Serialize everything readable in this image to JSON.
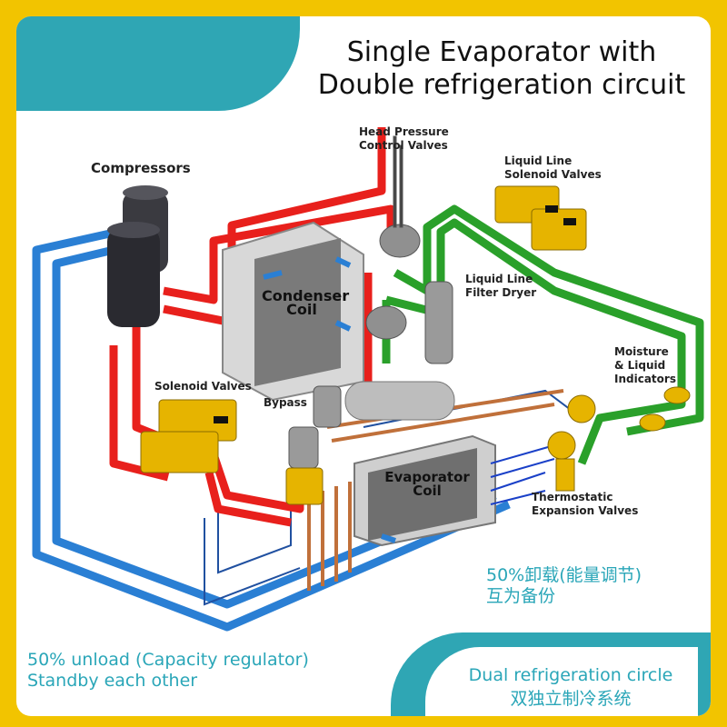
{
  "title": {
    "line1": "Single Evaporator with",
    "line2": "Double refrigeration circuit"
  },
  "labels": {
    "compressors": "Compressors",
    "head_pressure_l1": "Head Pressure",
    "head_pressure_l2": "Control Valves",
    "liquid_solenoid_l1": "Liquid Line",
    "liquid_solenoid_l2": "Solenoid Valves",
    "filter_dryer_l1": "Liquid Line",
    "filter_dryer_l2": "Filter Dryer",
    "condenser_l1": "Condenser",
    "condenser_l2": "Coil",
    "moisture_l1": "Moisture",
    "moisture_l2": "& Liquid",
    "moisture_l3": "Indicators",
    "solenoid_valves": "Solenoid Valves",
    "bypass": "Bypass",
    "evaporator_l1": "Evaporator",
    "evaporator_l2": "Coil",
    "txv_l1": "Thermostatic",
    "txv_l2": "Expansion Valves"
  },
  "callouts": {
    "cn_unload_l1": "50%卸载(能量调节)",
    "cn_unload_l2": "互为备份",
    "en_unload_l1": "50% unload (Capacity regulator)",
    "en_unload_l2": "Standby each other",
    "dual_en": "Dual refrigeration circle",
    "dual_cn": "双独立制冷系统"
  },
  "colors": {
    "frame": "#f2c400",
    "banner": "#2fa6b4",
    "callout_text": "#2aa6b8",
    "hot_gas_line": "#e8201c",
    "suction_line": "#2a7fd4",
    "liquid_line": "#2aa02a",
    "valve_body": "#e6b400"
  }
}
